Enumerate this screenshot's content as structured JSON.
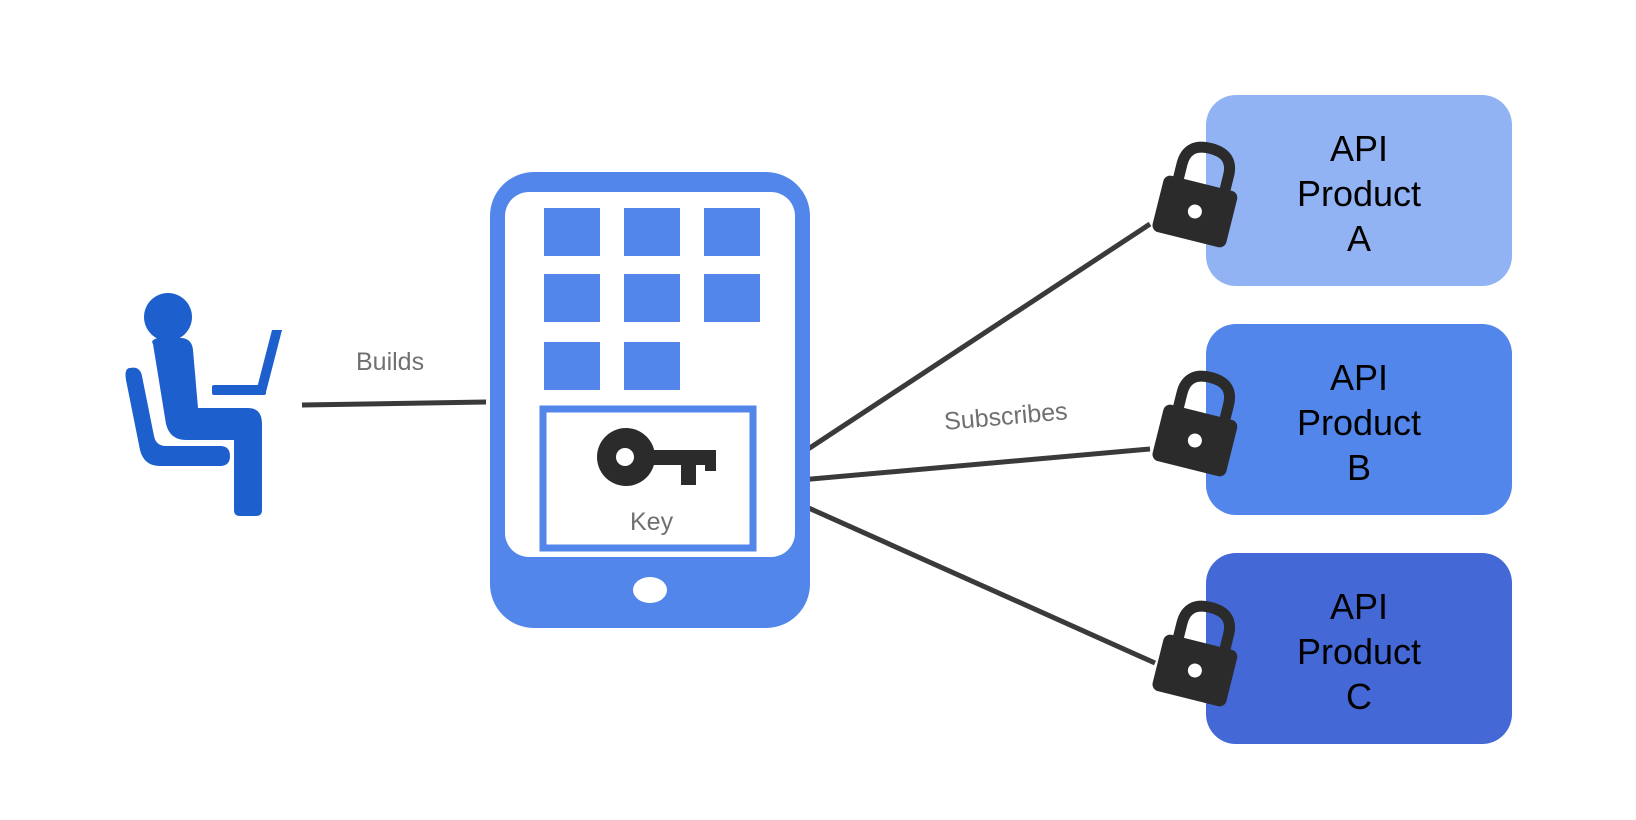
{
  "diagram": {
    "developer": {
      "icon": "developer-at-laptop-icon",
      "color": "#1e5fce"
    },
    "edges": {
      "builds_label": "Builds",
      "subscribes_label": "Subscribes"
    },
    "app": {
      "icon": "tablet-app-icon",
      "color": "#5286ea",
      "key_label": "Key",
      "key_icon": "key-icon"
    },
    "products": [
      {
        "line1": "API",
        "line2": "Product",
        "line3": "A",
        "color": "#92b3f3",
        "lock_icon": "lock-icon"
      },
      {
        "line1": "API",
        "line2": "Product",
        "line3": "B",
        "color": "#5286ea",
        "lock_icon": "lock-icon"
      },
      {
        "line1": "API",
        "line2": "Product",
        "line3": "C",
        "color": "#4468d6",
        "lock_icon": "lock-icon"
      }
    ]
  }
}
